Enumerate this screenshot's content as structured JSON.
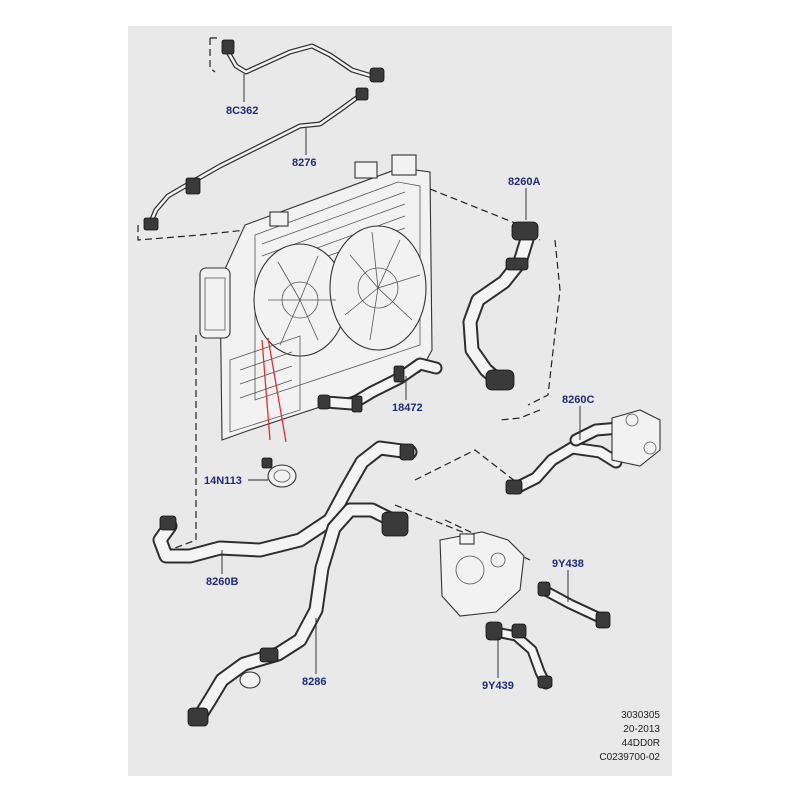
{
  "callouts": {
    "c8c362": "8C362",
    "c8276": "8276",
    "c8260a": "8260A",
    "c18472": "18472",
    "c8260c": "8260C",
    "c14n113": "14N113",
    "c8260b": "8260B",
    "c9y438": "9Y438",
    "c8286": "8286",
    "c9y439": "9Y439"
  },
  "reference": {
    "line1": "3030305",
    "line2": "20-2013",
    "line3": "44DD0R",
    "line4": "C0239700-02"
  },
  "colors": {
    "background": "#e9e9e9",
    "callout_text": "#1f2a7a",
    "leader_line": "#e03030",
    "drawing": "#333333"
  }
}
